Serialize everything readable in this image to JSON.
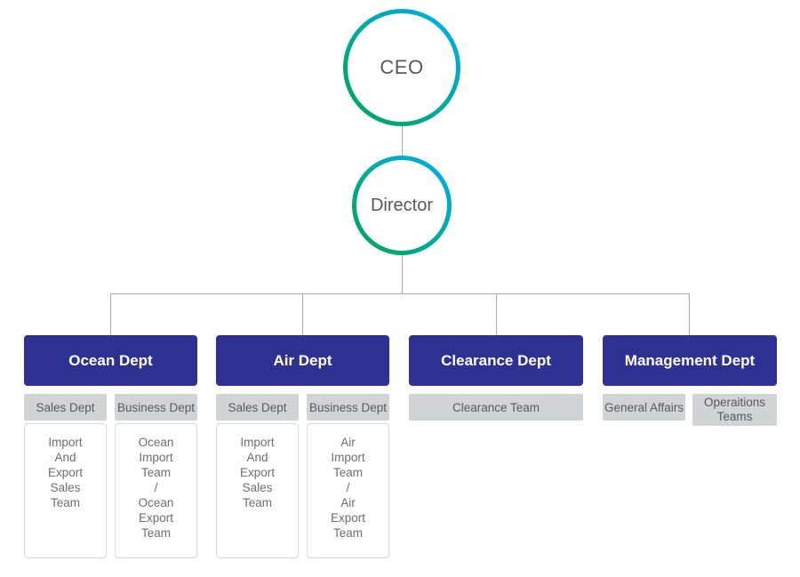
{
  "colors": {
    "canvas_bg": "#ffffff",
    "dept_bg": "#2e3192",
    "dept_text": "#ffffff",
    "gray_bg": "#d1d3d4",
    "gray_text": "#58595b",
    "body_text": "#6d6e71",
    "body_border": "#d8d8d8",
    "line": "#a7a9ac",
    "ring_green": "#00a651",
    "ring_blue": "#00aeef",
    "node_text": "#58595b"
  },
  "nodes": {
    "ceo": "CEO",
    "director": "Director"
  },
  "departments": [
    {
      "name": "Ocean Dept",
      "teams": [
        {
          "header": "Sales Dept",
          "body": "Import\nAnd\nExport\nSales\nTeam"
        },
        {
          "header": "Business Dept",
          "body": "Ocean\nImport\nTeam\n/\nOcean\nExport\nTeam"
        }
      ]
    },
    {
      "name": "Air Dept",
      "teams": [
        {
          "header": "Sales Dept",
          "body": "Import\nAnd\nExport\nSales\nTeam"
        },
        {
          "header": "Business Dept",
          "body": "Air\nImport\nTeam\n/\nAir\nExport\nTeam"
        }
      ]
    },
    {
      "name": "Clearance Dept",
      "teams": [
        {
          "header": "Clearance Team",
          "body": ""
        }
      ]
    },
    {
      "name": "Management Dept",
      "teams": [
        {
          "header": "General Affairs",
          "body": ""
        },
        {
          "header": "Operaitions Teams",
          "body": ""
        }
      ]
    }
  ]
}
